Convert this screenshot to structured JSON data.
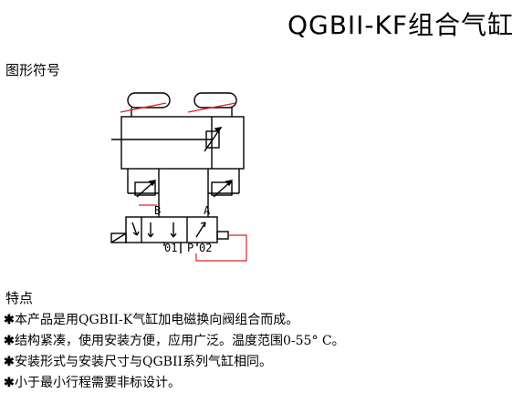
{
  "title": "QGBII-KF组合气缸",
  "section_label": "图形符号",
  "diagram": {
    "port_b": "B",
    "port_a": "A",
    "port_01": "01",
    "port_p": "P",
    "port_02": "02"
  },
  "features": {
    "heading": "特点",
    "bullet": "✱",
    "items": [
      "本产品是用QGBII-K气缸加电磁换向阀组合而成。",
      "结构紧凑，使用安装方便，应用广泛。温度范围0-55° C。",
      "安装形式与安装尺寸与QGBII系列气缸相同。",
      "小于最小行程需要非标设计。"
    ]
  },
  "colors": {
    "ink": "#000000",
    "accent": "#e0201c"
  }
}
